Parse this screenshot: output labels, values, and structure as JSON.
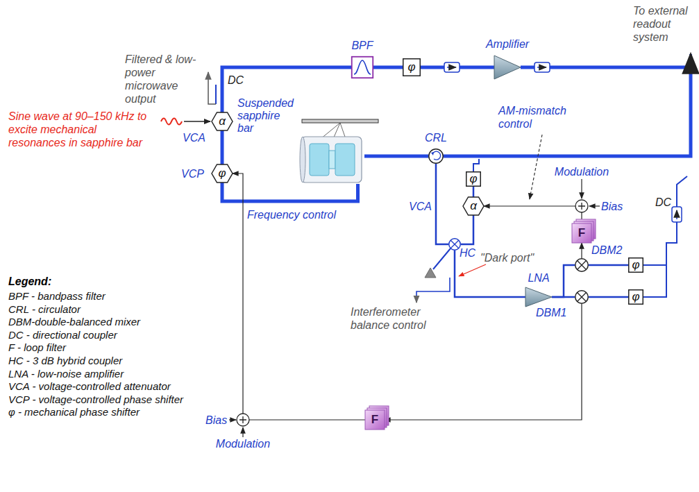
{
  "diagram": {
    "nodes": [
      {
        "text": [
          "BPF"
        ]
      },
      {
        "text": [
          "φ"
        ]
      },
      {
        "text": [
          "Amplifier"
        ]
      },
      {
        "text": [
          "Suspended sapphire bar"
        ]
      },
      {
        "text": [
          "α",
          "VCA"
        ]
      },
      {
        "text": [
          "φ",
          "VCP"
        ]
      },
      {
        "text": [
          "CRL"
        ]
      },
      {
        "text": [
          "φ"
        ]
      },
      {
        "text": [
          "α",
          "VCA"
        ]
      },
      {
        "text": [
          "HC"
        ]
      },
      {
        "text": [
          "LNA"
        ]
      },
      {
        "text": [
          "F"
        ]
      },
      {
        "text": [
          "DBM2"
        ]
      },
      {
        "text": [
          "DBM1"
        ]
      },
      {
        "text": [
          "φ"
        ]
      },
      {
        "text": [
          "φ"
        ]
      },
      {
        "text": [
          "F"
        ]
      }
    ],
    "edges": [
      {
        "from": 4,
        "to": 0,
        "arrow": "none"
      },
      {
        "from": 0,
        "to": 1,
        "arrow": "none"
      },
      {
        "from": 1,
        "to": 2,
        "arrow": "none"
      },
      {
        "from": 2,
        "to": 6,
        "arrow": "none"
      },
      {
        "from": 6,
        "to": 3,
        "arrow": "none"
      },
      {
        "from": 3,
        "to": 5,
        "arrow": "none"
      },
      {
        "from": 5,
        "to": 4,
        "arrow": "none"
      },
      {
        "from": 6,
        "to": 9,
        "arrow": "none"
      },
      {
        "from": 7,
        "to": 8,
        "arrow": "none"
      },
      {
        "from": 8,
        "to": 9,
        "arrow": "none"
      },
      {
        "from": 9,
        "to": 10,
        "arrow": "none"
      },
      {
        "from": 10,
        "to": 13,
        "arrow": "none"
      },
      {
        "from": 10,
        "to": 12,
        "arrow": "none"
      },
      {
        "from": 14,
        "to": 12,
        "arrow": "none"
      },
      {
        "from": 15,
        "to": 13,
        "arrow": "none"
      },
      {
        "from": 12,
        "to": 11,
        "arrow": "to"
      },
      {
        "from": 11,
        "to": 8,
        "arrow": "to"
      },
      {
        "from": 13,
        "to": 16,
        "arrow": "to"
      },
      {
        "from": 16,
        "to": 5,
        "arrow": "to"
      }
    ],
    "labels": [
      "To external readout system",
      "Filtered & low-power microwave output",
      "DC",
      "Sine wave at 90–150 kHz to excite mechanical resonances in sapphire bar",
      "AM-mismatch control",
      "Modulation",
      "Bias",
      "DC",
      "\"Dark port\"",
      "Interferometer balance control",
      "Frequency control",
      "Bias",
      "Modulation",
      "Legend:"
    ],
    "legend": [
      {
        "text": "BPF - bandpass filter"
      },
      {
        "text": "CRL - circulator"
      },
      {
        "text": "DBM-double-balanced mixer"
      },
      {
        "text": "DC - directional coupler"
      },
      {
        "text": "F - loop filter"
      },
      {
        "text": "HC - 3 dB hybrid coupler"
      },
      {
        "text": "LNA - low-noise amplifier"
      },
      {
        "text": "VCA - voltage-controlled attenuator"
      },
      {
        "text": "VCP - voltage-controlled phase shifter"
      },
      {
        "text": "φ - mechanical phase shifter"
      }
    ]
  }
}
